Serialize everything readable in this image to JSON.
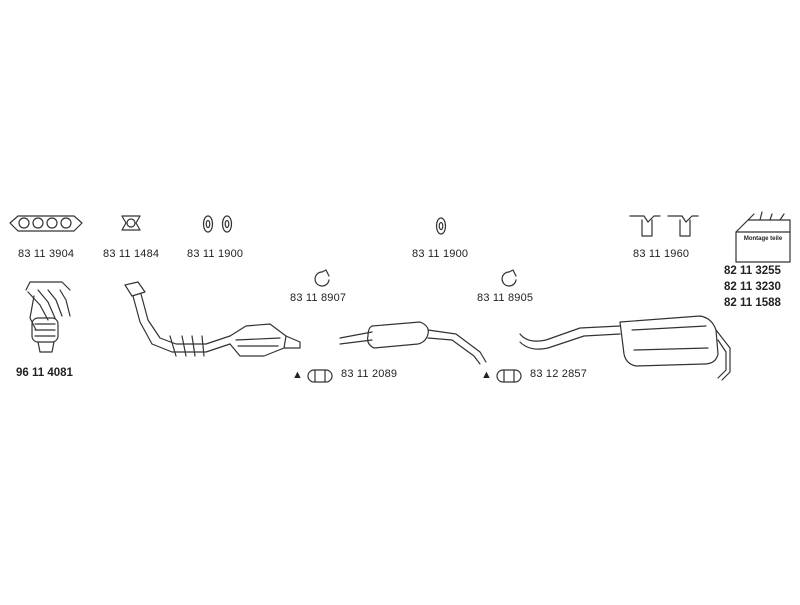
{
  "parts": {
    "gasket_manifold": "83 11 3904",
    "gasket_square": "83 11 1484",
    "rubber_mount_1": "83 11 1900",
    "rubber_mount_2": "83 11 1900",
    "hanger": "83 11 1960",
    "clamp_ring_1": "83 11 8907",
    "clamp_ring_2": "83 11 8905",
    "clamp_1": "83 11 2089",
    "clamp_2": "83 12 2857",
    "manifold_catalyst": "96 11 4081",
    "mount_kit_1": "82 11 3255",
    "mount_kit_2": "82 11 3230",
    "mount_kit_3": "82 11 1588"
  },
  "symbols": {
    "triangle": "▲"
  },
  "kit_box_label": "Montage teile"
}
